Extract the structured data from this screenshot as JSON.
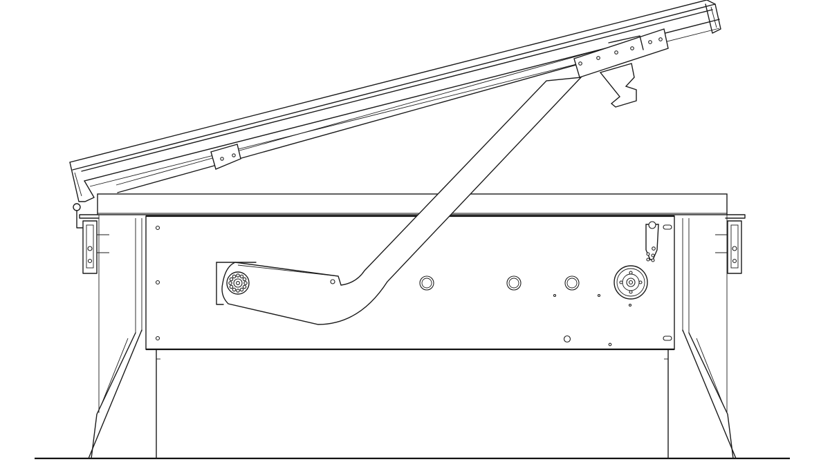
{
  "drawing": {
    "line_color": "#1a1a1a",
    "background": "#ffffff",
    "parts": [
      "ground-line",
      "frame-legs",
      "main-housing-panel",
      "lift-arm",
      "pivot-sprocket",
      "drive-hub",
      "hatch-lid",
      "lid-support-bracket",
      "side-hinges",
      "top-flange"
    ]
  }
}
